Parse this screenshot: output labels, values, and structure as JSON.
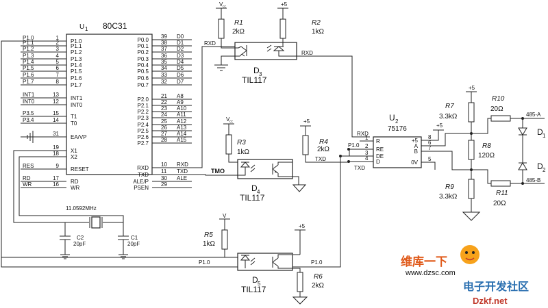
{
  "mcu": {
    "ref": "U",
    "ref_sub": "1",
    "part": "80C31",
    "left_pins": [
      {
        "net": "P1.0",
        "num": "1",
        "name": "P1.0"
      },
      {
        "net": "P1.1",
        "num": "2",
        "name": "P1.1"
      },
      {
        "net": "P1.2",
        "num": "3",
        "name": "P1.2"
      },
      {
        "net": "P1.3",
        "num": "4",
        "name": "P1.3"
      },
      {
        "net": "P1.4",
        "num": "5",
        "name": "P1.4"
      },
      {
        "net": "P1.5",
        "num": "6",
        "name": "P1.5"
      },
      {
        "net": "P1.6",
        "num": "7",
        "name": "P1.6"
      },
      {
        "net": "P1.7",
        "num": "8",
        "name": "P1.7"
      },
      {
        "net": "INT1",
        "num": "13",
        "name": "INT1"
      },
      {
        "net": "INT0",
        "num": "12",
        "name": "INT0"
      },
      {
        "net": "P3.5",
        "num": "15",
        "name": "T1"
      },
      {
        "net": "P3.4",
        "num": "14",
        "name": "T0"
      },
      {
        "net": "",
        "num": "31",
        "name": "EA/VP"
      },
      {
        "net": "",
        "num": "19",
        "name": "X1"
      },
      {
        "net": "",
        "num": "18",
        "name": "X2"
      },
      {
        "net": "RES",
        "num": "9",
        "name": "RESET"
      },
      {
        "net": "RD",
        "num": "17",
        "name": "RD"
      },
      {
        "net": "WR",
        "num": "16",
        "name": "WR"
      }
    ],
    "right_pins": [
      {
        "name": "P0.0",
        "num": "39",
        "net": "D0"
      },
      {
        "name": "P0.1",
        "num": "38",
        "net": "D1"
      },
      {
        "name": "P0.2",
        "num": "37",
        "net": "D2"
      },
      {
        "name": "P0.3",
        "num": "36",
        "net": "D3"
      },
      {
        "name": "P0.4",
        "num": "35",
        "net": "D4"
      },
      {
        "name": "P0.5",
        "num": "34",
        "net": "D5"
      },
      {
        "name": "P0.6",
        "num": "33",
        "net": "D6"
      },
      {
        "name": "P0.7",
        "num": "32",
        "net": "D7"
      },
      {
        "name": "P2.0",
        "num": "21",
        "net": "A8"
      },
      {
        "name": "P2.1",
        "num": "22",
        "net": "A9"
      },
      {
        "name": "P2.2",
        "num": "23",
        "net": "A10"
      },
      {
        "name": "P2.3",
        "num": "24",
        "net": "A11"
      },
      {
        "name": "P2.4",
        "num": "25",
        "net": "A12"
      },
      {
        "name": "P2.5",
        "num": "26",
        "net": "A13"
      },
      {
        "name": "P2.6",
        "num": "27",
        "net": "A14"
      },
      {
        "name": "P2.7",
        "num": "28",
        "net": "A15"
      },
      {
        "name": "RXD",
        "num": "10",
        "net": "RXD"
      },
      {
        "name": "TXD",
        "num": "11",
        "net": "TXD"
      },
      {
        "name": "ALE/P",
        "num": "30",
        "net": "ALE"
      },
      {
        "name": "PSEN",
        "num": "29",
        "net": ""
      }
    ]
  },
  "crystal": {
    "label": "11.0592MHz"
  },
  "caps": [
    {
      "ref": "C2",
      "value": "20pF"
    },
    {
      "ref": "C1",
      "value": "20pF"
    }
  ],
  "resistors": {
    "r1": {
      "ref": "R1",
      "value": "2kΩ"
    },
    "r2": {
      "ref": "R2",
      "value": "1kΩ"
    },
    "r3": {
      "ref": "R3",
      "value": "1kΩ"
    },
    "r4": {
      "ref": "R4",
      "value": "2kΩ"
    },
    "r5": {
      "ref": "R5",
      "value": "1kΩ"
    },
    "r6": {
      "ref": "R6",
      "value": "2kΩ"
    },
    "r7": {
      "ref": "R7",
      "value": "3.3kΩ"
    },
    "r8": {
      "ref": "R8",
      "value": "120Ω"
    },
    "r9": {
      "ref": "R9",
      "value": "3.3kΩ"
    },
    "r10": {
      "ref": "R10",
      "value": "20Ω"
    },
    "r11": {
      "ref": "R11",
      "value": "20Ω"
    }
  },
  "optos": {
    "d3": {
      "ref": "D",
      "sub": "3",
      "part": "TIL117"
    },
    "d4": {
      "ref": "D",
      "sub": "4",
      "part": "TIL117"
    },
    "d5": {
      "ref": "D",
      "sub": "5",
      "part": "TIL117"
    }
  },
  "supply": {
    "vcc": "V",
    "vcc_sub": "cc",
    "plus5": "+5"
  },
  "nets": {
    "rxd": "RXD",
    "txd": "TXD",
    "tmo": "TMO",
    "p10": "P1.0"
  },
  "transceiver": {
    "ref": "U",
    "sub": "2",
    "part": "75176",
    "left_pins": [
      {
        "num": "1",
        "name": "R"
      },
      {
        "num": "2",
        "name": "RE"
      },
      {
        "num": "3",
        "name": "DE"
      },
      {
        "num": "4",
        "name": "D"
      }
    ],
    "right_pins": [
      {
        "num": "8",
        "name": "+5"
      },
      {
        "num": "6",
        "name": "A"
      },
      {
        "num": "7",
        "name": "B"
      },
      {
        "num": "5",
        "name": "0V"
      }
    ],
    "p10_tag": "P1.0"
  },
  "bus": {
    "a": "485-A",
    "b": "485-B"
  },
  "diodes": {
    "d1": "D",
    "d1_sub": "1",
    "d2": "D",
    "d2_sub": "2"
  },
  "watermark": {
    "line1": "维库一下",
    "url": "www.dzsc.com",
    "brand": "电子开发社区",
    "brand_url": "Dzkf.net"
  }
}
